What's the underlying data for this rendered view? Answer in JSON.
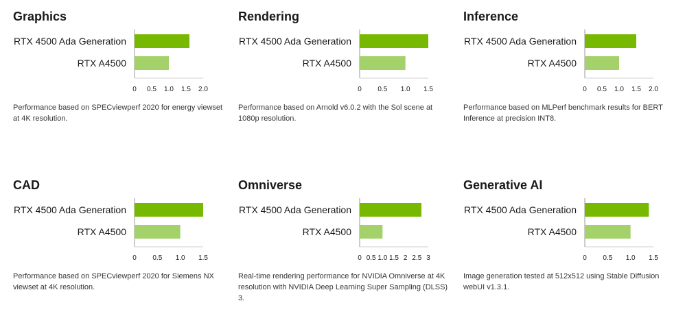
{
  "colors": {
    "primary_bar": "#76b900",
    "secondary_bar": "#a4d16a",
    "axis": "#999999"
  },
  "chart_data": [
    {
      "type": "bar",
      "title": "Graphics",
      "categories": [
        "RTX 4500 Ada Generation",
        "RTX A4500"
      ],
      "values": [
        1.6,
        1.0
      ],
      "xlim": [
        0,
        2.0
      ],
      "ticks": [
        "0",
        "0.5",
        "1.0",
        "1.5",
        "2.0"
      ],
      "tick_values": [
        0,
        0.5,
        1.0,
        1.5,
        2.0
      ],
      "caption": "Performance based on SPECviewperf 2020 for energy viewset at 4K resolution."
    },
    {
      "type": "bar",
      "title": "Rendering",
      "categories": [
        "RTX 4500 Ada Generation",
        "RTX A4500"
      ],
      "values": [
        1.5,
        1.0
      ],
      "xlim": [
        0,
        1.5
      ],
      "ticks": [
        "0",
        "0.5",
        "1.0",
        "1.5"
      ],
      "tick_values": [
        0,
        0.5,
        1.0,
        1.5
      ],
      "caption": "Performance based on Arnold v6.0.2 with the Sol scene at 1080p resolution."
    },
    {
      "type": "bar",
      "title": "Inference",
      "categories": [
        "RTX 4500 Ada Generation",
        "RTX A4500"
      ],
      "values": [
        1.5,
        1.0
      ],
      "xlim": [
        0,
        2.0
      ],
      "ticks": [
        "0",
        "0.5",
        "1.0",
        "1.5",
        "2.0"
      ],
      "tick_values": [
        0,
        0.5,
        1.0,
        1.5,
        2.0
      ],
      "caption": "Performance based on MLPerf benchmark results for BERT Inference at precision INT8."
    },
    {
      "type": "bar",
      "title": "CAD",
      "categories": [
        "RTX 4500 Ada Generation",
        "RTX A4500"
      ],
      "values": [
        1.5,
        1.0
      ],
      "xlim": [
        0,
        1.5
      ],
      "ticks": [
        "0",
        "0.5",
        "1.0",
        "1.5"
      ],
      "tick_values": [
        0,
        0.5,
        1.0,
        1.5
      ],
      "caption": "Performance based on SPECviewperf 2020 for Siemens NX viewset at 4K resolution."
    },
    {
      "type": "bar",
      "title": "Omniverse",
      "categories": [
        "RTX 4500 Ada Generation",
        "RTX A4500"
      ],
      "values": [
        2.7,
        1.0
      ],
      "xlim": [
        0,
        3
      ],
      "ticks": [
        "0",
        "0.5",
        "1.0",
        "1.5",
        "2",
        "2.5",
        "3"
      ],
      "tick_values": [
        0,
        0.5,
        1.0,
        1.5,
        2,
        2.5,
        3
      ],
      "caption": "Real-time rendering performance for NVIDIA Omniverse at 4K resolution with NVIDIA Deep Learning Super Sampling (DLSS) 3."
    },
    {
      "type": "bar",
      "title": "Generative AI",
      "categories": [
        "RTX 4500 Ada Generation",
        "RTX A4500"
      ],
      "values": [
        1.4,
        1.0
      ],
      "xlim": [
        0,
        1.5
      ],
      "ticks": [
        "0",
        "0.5",
        "1.0",
        "1.5"
      ],
      "tick_values": [
        0,
        0.5,
        1.0,
        1.5
      ],
      "caption": "Image generation tested at 512x512 using Stable Diffusion webUI v1.3.1."
    }
  ]
}
